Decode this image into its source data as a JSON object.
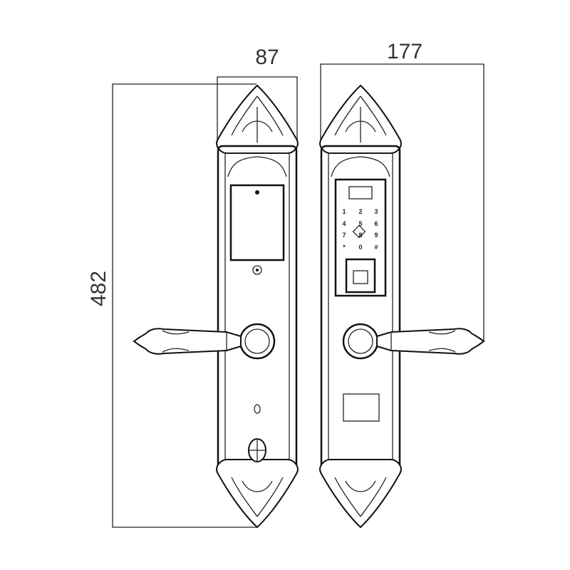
{
  "dimensions": {
    "width_front": "87",
    "width_back": "177",
    "height": "482"
  },
  "keypad": {
    "keys": [
      "1",
      "2",
      "3",
      "4",
      "5",
      "6",
      "7",
      "8",
      "9",
      "*",
      "0",
      "#"
    ]
  },
  "colors": {
    "line": "#222222",
    "background": "#ffffff"
  }
}
